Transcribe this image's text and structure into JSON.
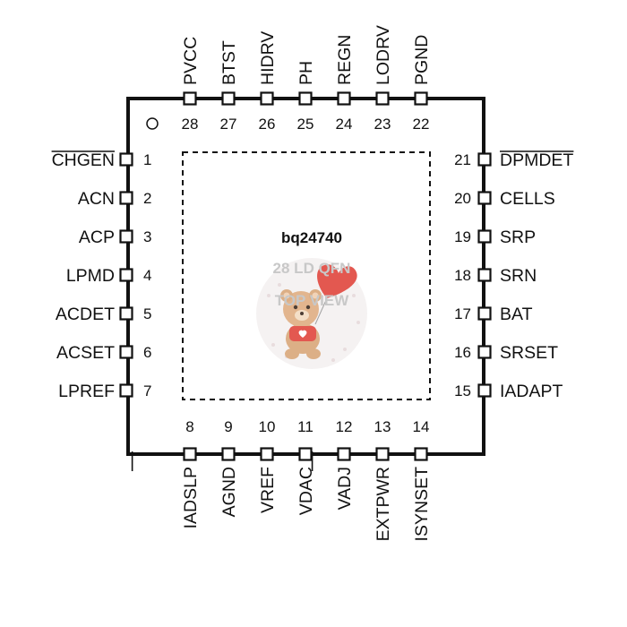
{
  "chip": {
    "part_number": "bq24740",
    "package": "28 LD QFN",
    "view": "TOP VIEW"
  },
  "colors": {
    "line": "#111111",
    "watermark_text": "#c8c8c8",
    "heart": "#e0463e",
    "bear": "#d9a77a"
  },
  "watermark": {
    "icon": "teddy-bear-with-heart"
  },
  "pins": {
    "left": [
      {
        "num": "1",
        "name": "CHGEN",
        "overbar": true
      },
      {
        "num": "2",
        "name": "ACN",
        "overbar": false
      },
      {
        "num": "3",
        "name": "ACP",
        "overbar": false
      },
      {
        "num": "4",
        "name": "LPMD",
        "overbar": false
      },
      {
        "num": "5",
        "name": "ACDET",
        "overbar": false
      },
      {
        "num": "6",
        "name": "ACSET",
        "overbar": false
      },
      {
        "num": "7",
        "name": "LPREF",
        "overbar": false
      }
    ],
    "bottom": [
      {
        "num": "8",
        "name": "IADSLP",
        "overbar": true
      },
      {
        "num": "9",
        "name": "AGND",
        "overbar": false
      },
      {
        "num": "10",
        "name": "VREF",
        "overbar": false
      },
      {
        "num": "11",
        "name": "VDAC",
        "overbar": false
      },
      {
        "num": "12",
        "name": "VADJ",
        "overbar": false
      },
      {
        "num": "13",
        "name": "EXTPWR",
        "overbar": true
      },
      {
        "num": "14",
        "name": "ISYNSET",
        "overbar": false
      }
    ],
    "right": [
      {
        "num": "15",
        "name": "IADAPT",
        "overbar": false
      },
      {
        "num": "16",
        "name": "SRSET",
        "overbar": false
      },
      {
        "num": "17",
        "name": "BAT",
        "overbar": false
      },
      {
        "num": "18",
        "name": "SRN",
        "overbar": false
      },
      {
        "num": "19",
        "name": "SRP",
        "overbar": false
      },
      {
        "num": "20",
        "name": "CELLS",
        "overbar": false
      },
      {
        "num": "21",
        "name": "DPMDET",
        "overbar": true
      }
    ],
    "top": [
      {
        "num": "22",
        "name": "PGND",
        "overbar": false
      },
      {
        "num": "23",
        "name": "LODRV",
        "overbar": false
      },
      {
        "num": "24",
        "name": "REGN",
        "overbar": false
      },
      {
        "num": "25",
        "name": "PH",
        "overbar": false
      },
      {
        "num": "26",
        "name": "HIDRV",
        "overbar": false
      },
      {
        "num": "27",
        "name": "BTST",
        "overbar": false
      },
      {
        "num": "28",
        "name": "PVCC",
        "overbar": false
      }
    ]
  }
}
